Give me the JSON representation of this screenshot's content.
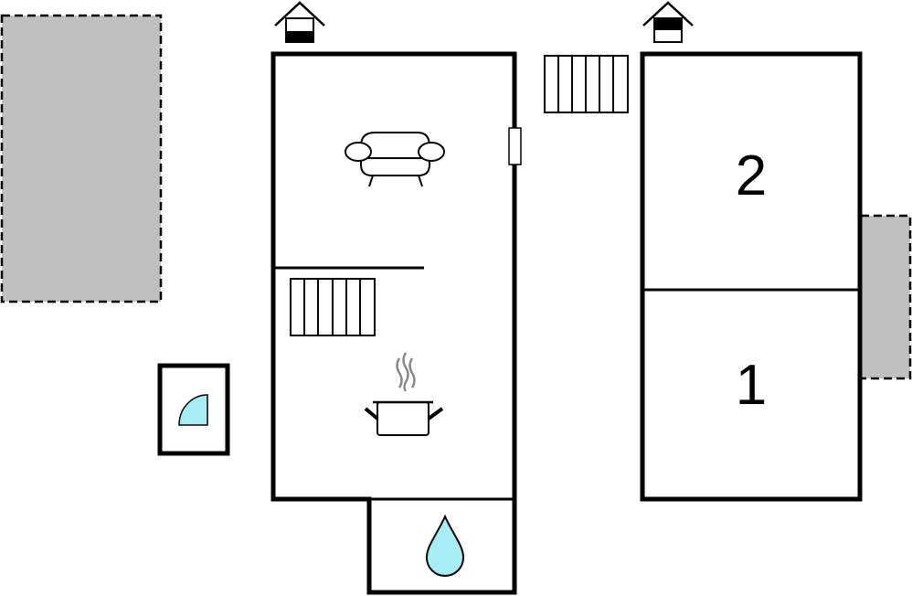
{
  "plan": {
    "rooms": [
      {
        "label": "2",
        "type": "bedroom"
      },
      {
        "label": "1",
        "type": "bedroom"
      }
    ],
    "icons": [
      "house-entrance-icon",
      "sofa-icon",
      "stairs-icon",
      "cooking-pot-icon",
      "water-drop-icon",
      "shower-icon",
      "door-icon"
    ],
    "colors": {
      "terrace": "#c0c0c0",
      "water": "#a6eef4",
      "wall": "#000000"
    }
  }
}
